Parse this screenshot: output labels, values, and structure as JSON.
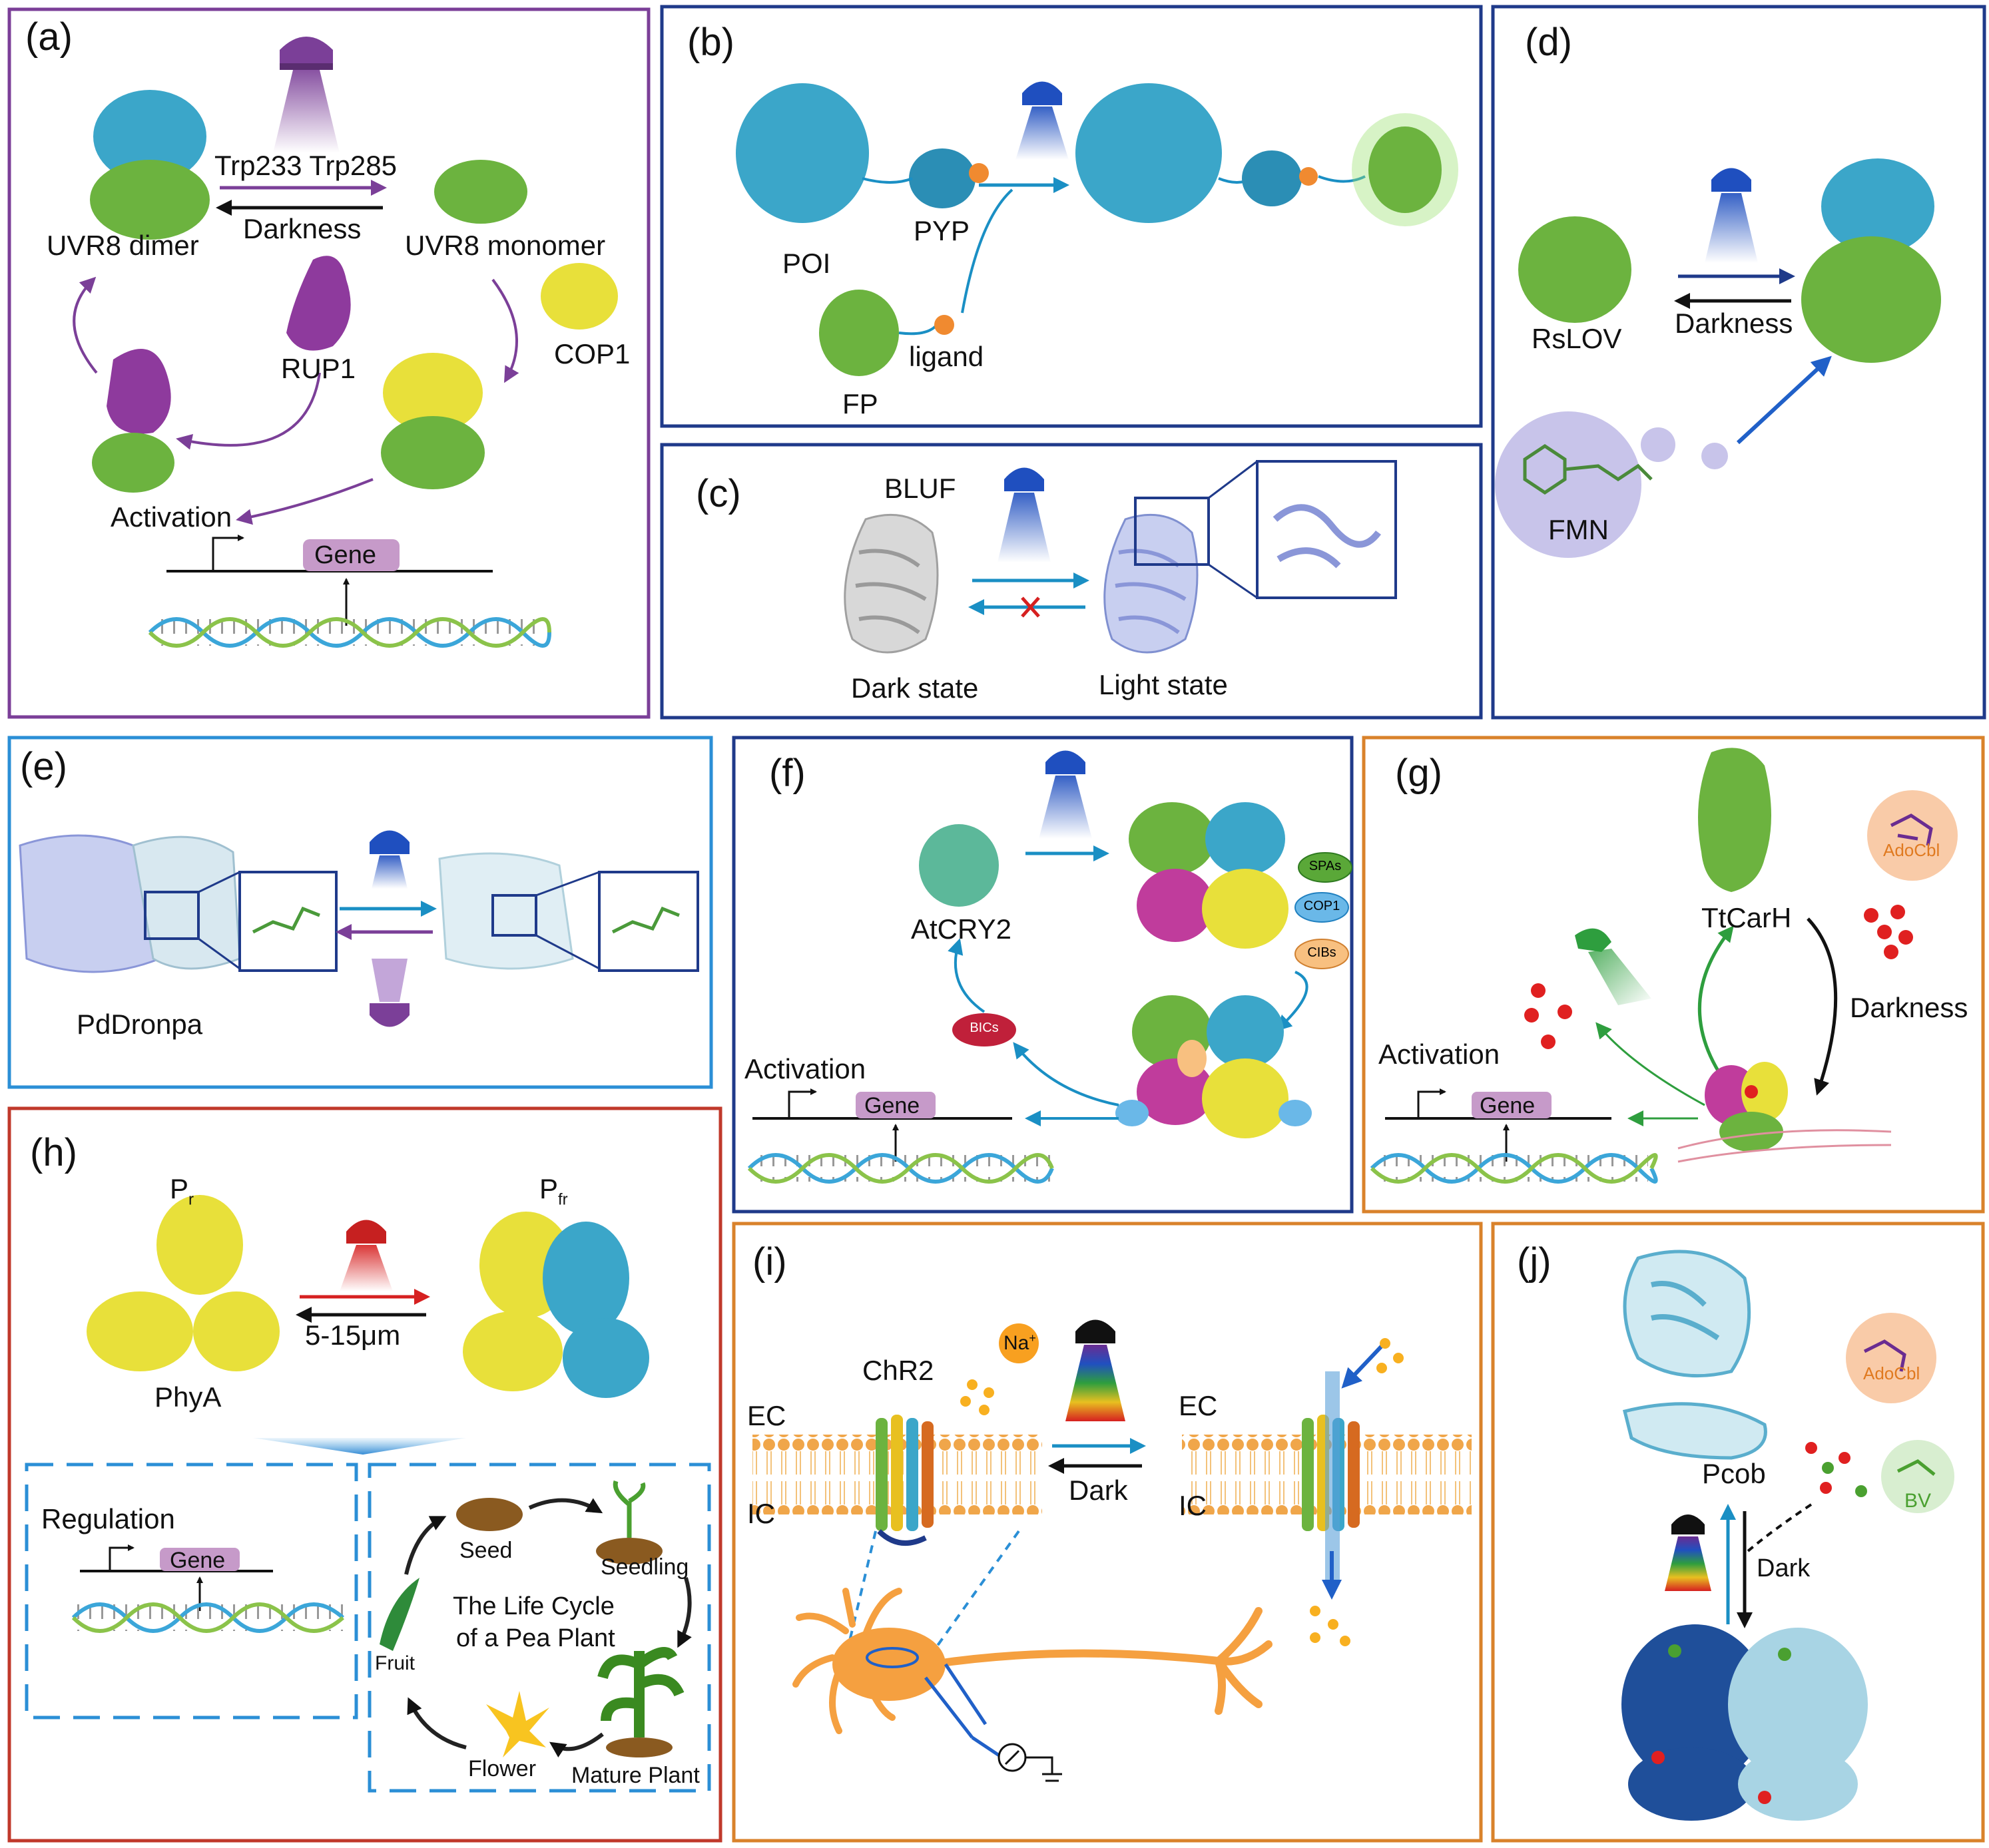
{
  "colors": {
    "purple_border": "#7b3f98",
    "navy_border": "#1f3a8a",
    "lightblue_border": "#2b8fd6",
    "orange_border": "#d9822b",
    "red_border": "#c0392b",
    "protein_blue": "#3ba6c9",
    "protein_green": "#6cb33f",
    "protein_yellow": "#e8e03a",
    "protein_purple": "#8e3a9d",
    "arrow_teal": "#1a8fc4"
  },
  "panel_a": {
    "label": "(a)",
    "trp": "Trp233 Trp285",
    "darkness": "Darkness",
    "uvr8_dimer": "UVR8 dimer",
    "uvr8_monomer": "UVR8 monomer",
    "rup1": "RUP1",
    "cop1": "COP1",
    "activation": "Activation",
    "gene": "Gene"
  },
  "panel_b": {
    "label": "(b)",
    "pyp": "PYP",
    "poi": "POI",
    "ligand": "ligand",
    "fp": "FP"
  },
  "panel_c": {
    "label": "(c)",
    "bluf": "BLUF",
    "dark_state": "Dark state",
    "light_state": "Light state"
  },
  "panel_d": {
    "label": "(d)",
    "rslov": "RsLOV",
    "darkness": "Darkness",
    "fmn": "FMN"
  },
  "panel_e": {
    "label": "(e)",
    "pddronpa": "PdDronpa"
  },
  "panel_f": {
    "label": "(f)",
    "atcry2": "AtCRY2",
    "spas": "SPAs",
    "cop1": "COP1",
    "cibs": "CIBs",
    "bics": "BICs",
    "activation": "Activation",
    "gene": "Gene"
  },
  "panel_g": {
    "label": "(g)",
    "ttcarh": "TtCarH",
    "adocbl": "AdoCbl",
    "darkness": "Darkness",
    "activation": "Activation",
    "gene": "Gene"
  },
  "panel_h": {
    "label": "(h)",
    "pr_main": "P",
    "pr_sub": "r",
    "pfr_main": "P",
    "pfr_sub": "fr",
    "wavelength": "5-15μm",
    "phya": "PhyA",
    "regulation": "Regulation",
    "gene": "Gene",
    "seed": "Seed",
    "seedling": "Seedling",
    "life_cycle_1": "The Life Cycle",
    "life_cycle_2": "of a Pea Plant",
    "fruit": "Fruit",
    "flower": "Flower",
    "mature_plant": "Mature Plant"
  },
  "panel_i": {
    "label": "(i)",
    "chr2": "ChR2",
    "na": "Na",
    "na_sup": "+",
    "ec": "EC",
    "ic": "IC",
    "dark": "Dark"
  },
  "panel_j": {
    "label": "(j)",
    "adocbl": "AdoCbl",
    "pcob": "Pcob",
    "bv": "BV",
    "dark": "Dark"
  }
}
